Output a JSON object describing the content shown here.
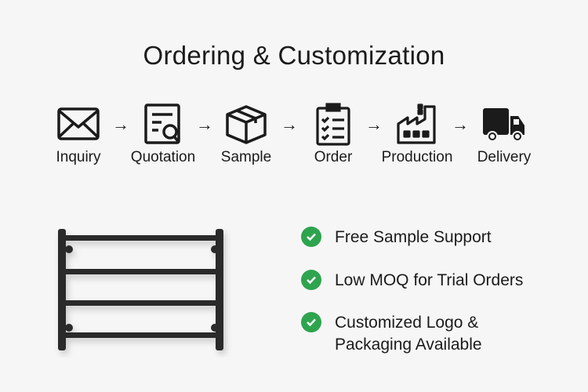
{
  "title": "Ordering & Customization",
  "steps": [
    {
      "label": "Inquiry",
      "icon": "envelope-icon"
    },
    {
      "label": "Quotation",
      "icon": "quotation-document-icon"
    },
    {
      "label": "Sample",
      "icon": "box-icon"
    },
    {
      "label": "Order",
      "icon": "clipboard-checklist-icon"
    },
    {
      "label": "Production",
      "icon": "factory-icon"
    },
    {
      "label": "Delivery",
      "icon": "truck-icon"
    }
  ],
  "arrow": "→",
  "features": [
    {
      "line1": "Free Sample Support",
      "line2": ""
    },
    {
      "line1": "Low MOQ for Trial Orders",
      "line2": ""
    },
    {
      "line1": "Customized Logo &",
      "line2": "Packaging Available"
    }
  ],
  "colors": {
    "check": "#2ea44f",
    "text": "#1b1b1b",
    "rack": "#2a2a2a"
  }
}
